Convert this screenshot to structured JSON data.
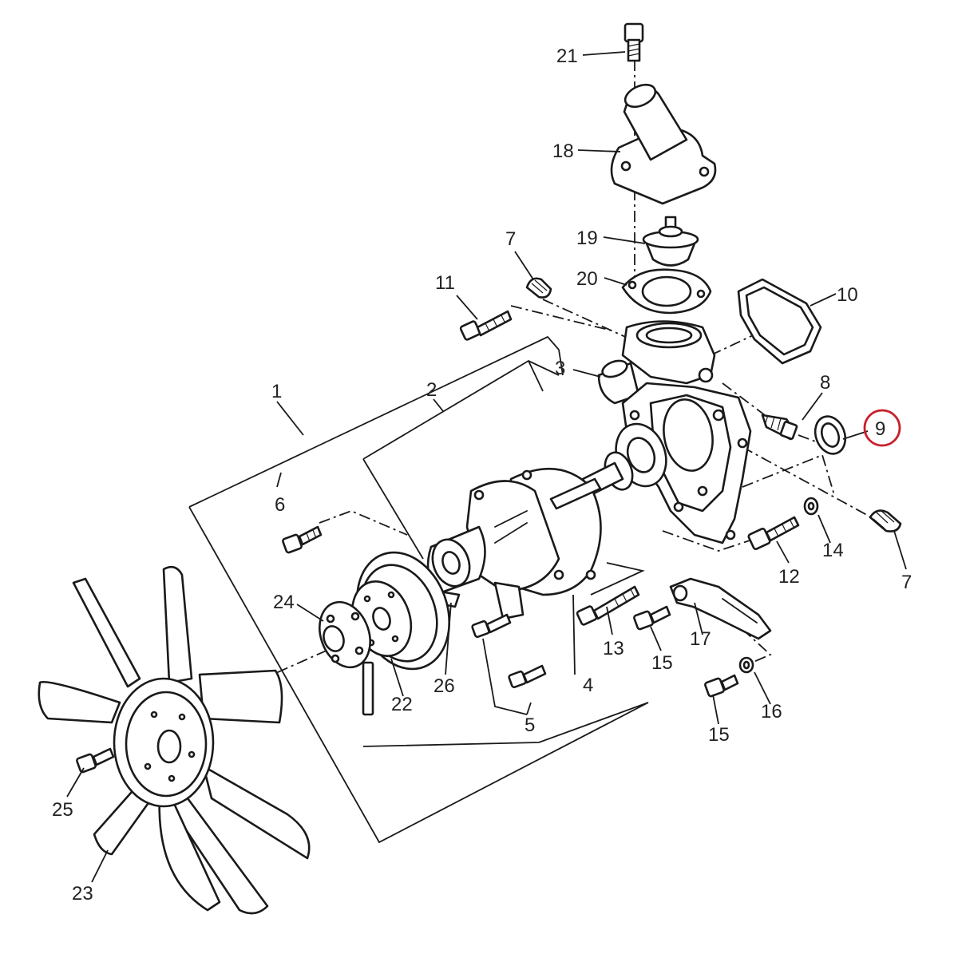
{
  "callouts": [
    {
      "id": "c21",
      "text": "21"
    },
    {
      "id": "c18",
      "text": "18"
    },
    {
      "id": "c19",
      "text": "19"
    },
    {
      "id": "c20",
      "text": "20"
    },
    {
      "id": "c7a",
      "text": "7"
    },
    {
      "id": "c11",
      "text": "11"
    },
    {
      "id": "c10",
      "text": "10"
    },
    {
      "id": "c3",
      "text": "3"
    },
    {
      "id": "c1",
      "text": "1"
    },
    {
      "id": "c2",
      "text": "2"
    },
    {
      "id": "c8",
      "text": "8"
    },
    {
      "id": "c9",
      "text": "9"
    },
    {
      "id": "c6",
      "text": "6"
    },
    {
      "id": "c14",
      "text": "14"
    },
    {
      "id": "c12",
      "text": "12"
    },
    {
      "id": "c7b",
      "text": "7"
    },
    {
      "id": "c24",
      "text": "24"
    },
    {
      "id": "c13",
      "text": "13"
    },
    {
      "id": "c15a",
      "text": "15"
    },
    {
      "id": "c17",
      "text": "17"
    },
    {
      "id": "c26",
      "text": "26"
    },
    {
      "id": "c4",
      "text": "4"
    },
    {
      "id": "c22",
      "text": "22"
    },
    {
      "id": "c16",
      "text": "16"
    },
    {
      "id": "c5",
      "text": "5"
    },
    {
      "id": "c15b",
      "text": "15"
    },
    {
      "id": "c25",
      "text": "25"
    },
    {
      "id": "c23",
      "text": "23"
    }
  ],
  "highlight": {
    "callout": "9",
    "color": "#c8202a"
  },
  "colors": {
    "line": "#1a1a1a",
    "label": "#222222",
    "background": "#ffffff"
  }
}
